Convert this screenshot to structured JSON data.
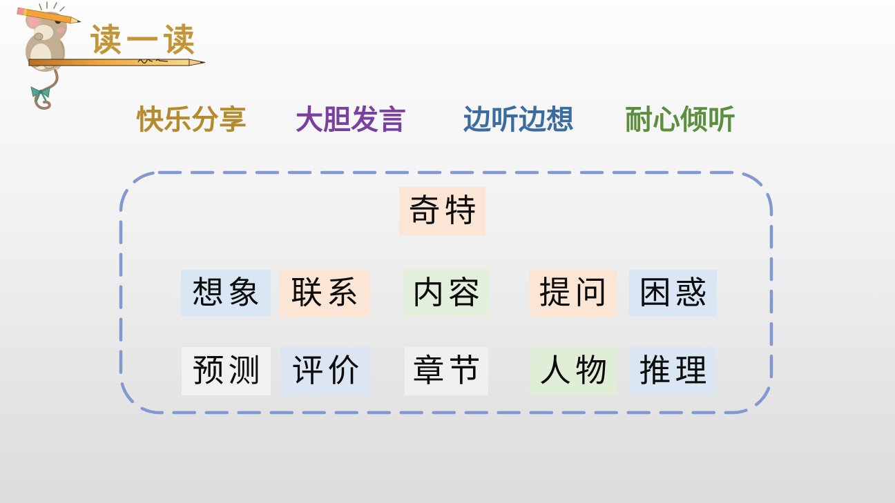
{
  "slide": {
    "title": "读一读",
    "title_color": "#c29537",
    "phrases": [
      {
        "text": "快乐分享",
        "color": "#b38b2d"
      },
      {
        "text": "大胆发言",
        "color": "#7b3f9e"
      },
      {
        "text": "边听边想",
        "color": "#3a6c9e"
      },
      {
        "text": "耐心倾听",
        "color": "#5c8f3d"
      }
    ],
    "box": {
      "border_color": "#8298cf",
      "rows": [
        {
          "tiles": [
            {
              "text": "奇特",
              "bg": "#fbe5d5"
            }
          ]
        },
        {
          "tiles": [
            {
              "text": "想象",
              "bg": "#d9e6f3"
            },
            {
              "text": "联系",
              "bg": "#fbe5d5"
            },
            {
              "text": "内容",
              "bg": "#e2f0db"
            },
            {
              "text": "提问",
              "bg": "#fbe5d5"
            },
            {
              "text": "困惑",
              "bg": "#d9e6f3"
            }
          ]
        },
        {
          "tiles": [
            {
              "text": "预测",
              "bg": "#f1f1f1"
            },
            {
              "text": "评价",
              "bg": "#dce6f2"
            },
            {
              "text": "章节",
              "bg": "#f0f0f0"
            },
            {
              "text": "人物",
              "bg": "#e0eed8"
            },
            {
              "text": "推理",
              "bg": "#dae7f3"
            }
          ]
        }
      ]
    },
    "icons": {
      "mouse": "mouse-with-pencil-illustration",
      "divider": "pencil-rule-divider"
    }
  }
}
